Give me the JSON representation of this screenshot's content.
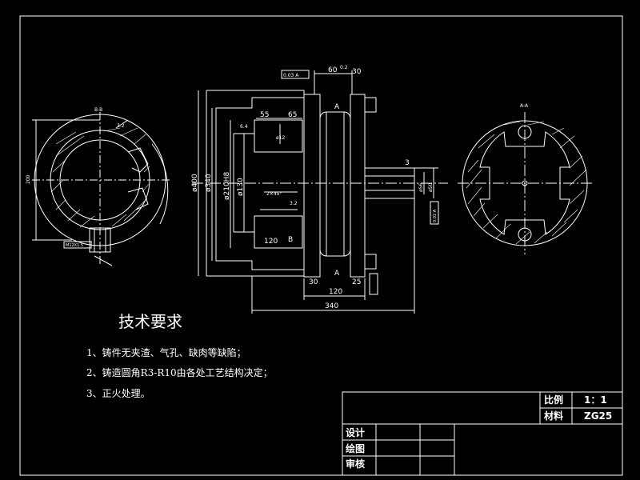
{
  "views": {
    "section_b": {
      "title": "B-B",
      "dim_height": "200",
      "dim_roughness": "3.2",
      "dim_thread": "M12X1.5"
    },
    "section_a": {
      "title": "A-A"
    },
    "main": {
      "dim_top_60": "60",
      "dim_top_tol": "0.2",
      "dim_top_30": "30",
      "dim_tol_box_top": "0.03 A",
      "dim_55": "55",
      "dim_65": "65",
      "dim_phi12": "ø12",
      "dim_64": "6.4",
      "dim_phi400": "ø400",
      "dim_phi340": "ø340",
      "dim_phi210": "ø210H8",
      "dim_phi130": "ø130",
      "dim_chamfer": "2×45°",
      "dim_32": "3.2",
      "dim_120_b": "120",
      "dim_b_label": "B",
      "dim_a_top": "A",
      "dim_a_bot": "A",
      "dim_30_bot": "30",
      "dim_25": "25",
      "dim_120": "120",
      "dim_340": "340",
      "dim_3": "3",
      "dim_phi56": "ø56",
      "dim_phi50": "ø50",
      "dim_side_box": "0.02 A"
    }
  },
  "requirements": {
    "title": "技术要求",
    "items": [
      "1、铸件无夹渣、气孔、缺肉等缺陷；",
      "2、铸造圆角R3-R10由各处工艺结构决定；",
      "3、正火处理。"
    ]
  },
  "title_block": {
    "scale_label": "比例",
    "scale_value": "1：1",
    "material_label": "材料",
    "material_value": "ZG25",
    "design_label": "设计",
    "drawing_label": "绘图",
    "review_label": "审核"
  }
}
